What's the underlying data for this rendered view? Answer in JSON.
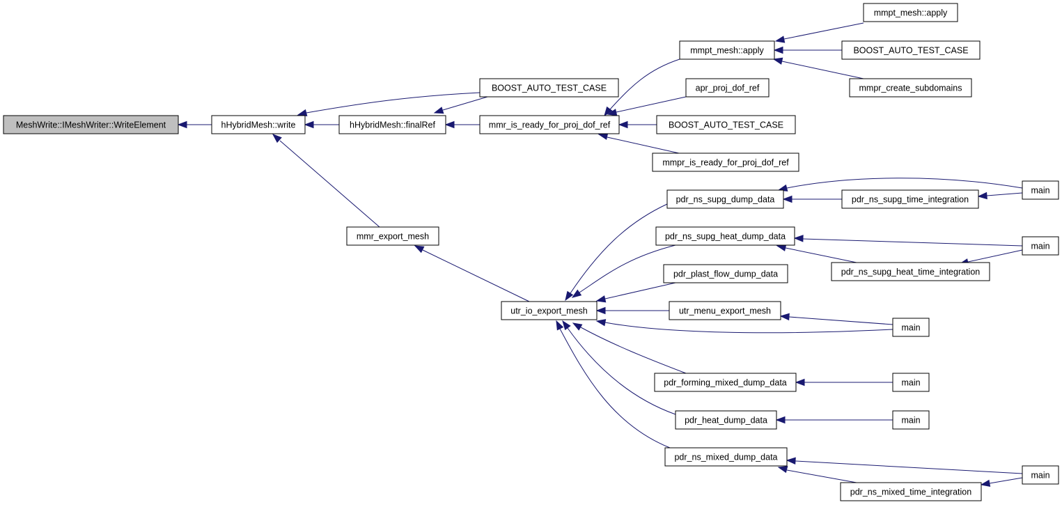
{
  "colors": {
    "edge": "#191970",
    "node_border": "#000000",
    "node_fill": "#ffffff",
    "root_fill": "#bfbfbf"
  },
  "nodes": [
    {
      "id": "write_element",
      "label": "MeshWrite::IMeshWriter::WriteElement",
      "root": true
    },
    {
      "id": "hhybrid_write",
      "label": "hHybridMesh::write"
    },
    {
      "id": "hhybrid_finalref",
      "label": "hHybridMesh::finalRef"
    },
    {
      "id": "boost_test_1",
      "label": "BOOST_AUTO_TEST_CASE"
    },
    {
      "id": "mmr_is_ready",
      "label": "mmr_is_ready_for_proj_dof_ref"
    },
    {
      "id": "mmpt_apply_1",
      "label": "mmpt_mesh::apply"
    },
    {
      "id": "mmpt_apply_2",
      "label": "mmpt_mesh::apply"
    },
    {
      "id": "boost_test_2",
      "label": "BOOST_AUTO_TEST_CASE"
    },
    {
      "id": "mmpr_create_subdomains",
      "label": "mmpr_create_subdomains"
    },
    {
      "id": "apr_proj_dof_ref",
      "label": "apr_proj_dof_ref"
    },
    {
      "id": "boost_test_3",
      "label": "BOOST_AUTO_TEST_CASE"
    },
    {
      "id": "mmpr_is_ready",
      "label": "mmpr_is_ready_for_proj_dof_ref"
    },
    {
      "id": "mmr_export_mesh",
      "label": "mmr_export_mesh"
    },
    {
      "id": "utr_io_export_mesh",
      "label": "utr_io_export_mesh"
    },
    {
      "id": "pdr_ns_supg_dump",
      "label": "pdr_ns_supg_dump_data"
    },
    {
      "id": "pdr_ns_supg_time",
      "label": "pdr_ns_supg_time_integration"
    },
    {
      "id": "main_1",
      "label": "main"
    },
    {
      "id": "pdr_ns_supg_heat_dump",
      "label": "pdr_ns_supg_heat_dump_data"
    },
    {
      "id": "pdr_ns_supg_heat_time",
      "label": "pdr_ns_supg_heat_time_integration"
    },
    {
      "id": "main_2",
      "label": "main"
    },
    {
      "id": "pdr_plast_flow_dump",
      "label": "pdr_plast_flow_dump_data"
    },
    {
      "id": "utr_menu_export_mesh",
      "label": "utr_menu_export_mesh"
    },
    {
      "id": "main_3",
      "label": "main"
    },
    {
      "id": "pdr_forming_mixed_dump",
      "label": "pdr_forming_mixed_dump_data"
    },
    {
      "id": "main_4",
      "label": "main"
    },
    {
      "id": "pdr_heat_dump",
      "label": "pdr_heat_dump_data"
    },
    {
      "id": "main_5",
      "label": "main"
    },
    {
      "id": "pdr_ns_mixed_dump",
      "label": "pdr_ns_mixed_dump_data"
    },
    {
      "id": "pdr_ns_mixed_time",
      "label": "pdr_ns_mixed_time_integration"
    },
    {
      "id": "main_6",
      "label": "main"
    }
  ],
  "edges": [
    {
      "from": "hhybrid_write",
      "to": "write_element"
    },
    {
      "from": "hhybrid_finalref",
      "to": "hhybrid_write"
    },
    {
      "from": "boost_test_1",
      "to": "hhybrid_write"
    },
    {
      "from": "mmr_export_mesh",
      "to": "hhybrid_write"
    },
    {
      "from": "boost_test_1",
      "to": "hhybrid_finalref"
    },
    {
      "from": "mmr_is_ready",
      "to": "hhybrid_finalref"
    },
    {
      "from": "mmpt_apply_1",
      "to": "mmr_is_ready"
    },
    {
      "from": "apr_proj_dof_ref",
      "to": "mmr_is_ready"
    },
    {
      "from": "boost_test_3",
      "to": "mmr_is_ready"
    },
    {
      "from": "mmpr_is_ready",
      "to": "mmr_is_ready"
    },
    {
      "from": "mmpt_apply_2",
      "to": "mmpt_apply_1"
    },
    {
      "from": "boost_test_2",
      "to": "mmpt_apply_1"
    },
    {
      "from": "mmpr_create_subdomains",
      "to": "mmpt_apply_1"
    },
    {
      "from": "utr_io_export_mesh",
      "to": "mmr_export_mesh"
    },
    {
      "from": "pdr_ns_supg_dump",
      "to": "utr_io_export_mesh"
    },
    {
      "from": "pdr_ns_supg_heat_dump",
      "to": "utr_io_export_mesh"
    },
    {
      "from": "pdr_plast_flow_dump",
      "to": "utr_io_export_mesh"
    },
    {
      "from": "utr_menu_export_mesh",
      "to": "utr_io_export_mesh"
    },
    {
      "from": "main_3",
      "to": "utr_io_export_mesh"
    },
    {
      "from": "pdr_forming_mixed_dump",
      "to": "utr_io_export_mesh"
    },
    {
      "from": "pdr_heat_dump",
      "to": "utr_io_export_mesh"
    },
    {
      "from": "pdr_ns_mixed_dump",
      "to": "utr_io_export_mesh"
    },
    {
      "from": "pdr_ns_supg_time",
      "to": "pdr_ns_supg_dump"
    },
    {
      "from": "main_1",
      "to": "pdr_ns_supg_dump"
    },
    {
      "from": "main_1",
      "to": "pdr_ns_supg_time"
    },
    {
      "from": "main_2",
      "to": "pdr_ns_supg_heat_dump"
    },
    {
      "from": "pdr_ns_supg_heat_time",
      "to": "pdr_ns_supg_heat_dump"
    },
    {
      "from": "main_2",
      "to": "pdr_ns_supg_heat_time"
    },
    {
      "from": "main_3",
      "to": "utr_menu_export_mesh"
    },
    {
      "from": "main_4",
      "to": "pdr_forming_mixed_dump"
    },
    {
      "from": "main_5",
      "to": "pdr_heat_dump"
    },
    {
      "from": "main_6",
      "to": "pdr_ns_mixed_dump"
    },
    {
      "from": "pdr_ns_mixed_time",
      "to": "pdr_ns_mixed_dump"
    },
    {
      "from": "main_6",
      "to": "pdr_ns_mixed_time"
    }
  ]
}
